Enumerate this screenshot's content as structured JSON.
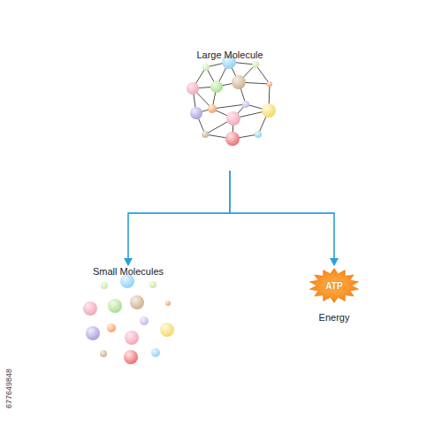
{
  "diagram": {
    "nodes": [
      {
        "text": [
          "Large Molecule"
        ]
      },
      {
        "text": [
          "Small Molecules"
        ]
      },
      {
        "text": [
          "ATP",
          "Energy"
        ]
      }
    ],
    "edges": [
      {
        "from": 0,
        "to": 1,
        "arrow": "to"
      },
      {
        "from": 0,
        "to": 2,
        "arrow": "to"
      }
    ],
    "labels": [
      "677649848"
    ]
  }
}
